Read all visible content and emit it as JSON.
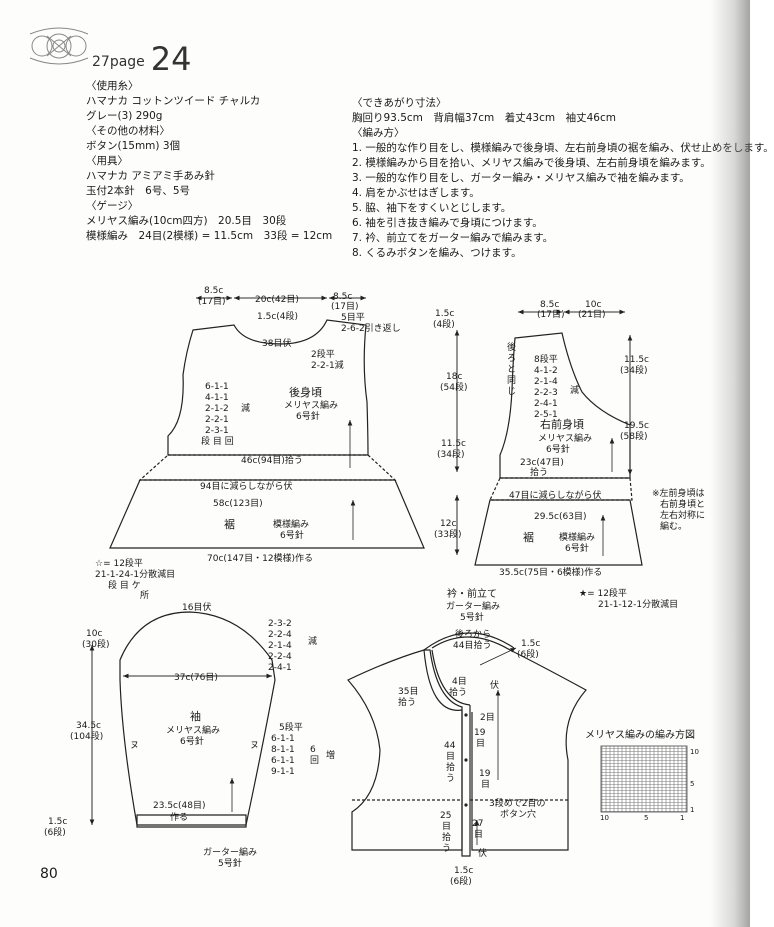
{
  "header": {
    "page_prefix": "27",
    "page_word": "page",
    "page_number": "24"
  },
  "materials": [
    "〈使用糸〉",
    "ハマナカ コットンツイード チャルカ",
    "グレー(3) 290g",
    "〈その他の材料〉",
    "ボタン(15mm) 3個",
    "〈用具〉",
    "ハマナカ アミアミ手あみ針",
    "玉付2本針　6号、5号",
    "〈ゲージ〉",
    "メリヤス編み(10cm四方)　20.5目　30段",
    "模様編み　24目(2模様) = 11.5cm　33段 = 12cm"
  ],
  "finished": {
    "title": "〈できあがり寸法〉",
    "text": "胸回り93.5cm　背肩幅37cm　着丈43cm　袖丈46cm"
  },
  "method": {
    "title": "〈編み方〉",
    "steps": [
      "1. 一般的な作り目をし、模様編みで後身頃、左右前身頃の裾を編み、伏せ止めをします。",
      "2. 模様編みから目を拾い、メリヤス編みで後身頃、左右前身頃を編みます。",
      "3. 一般的な作り目をし、ガーター編み・メリヤス編みで袖を編みます。",
      "4. 肩をかぶせはぎします。",
      "5. 脇、袖下をすくいとじします。",
      "6. 袖を引き抜き編みで身頃につけます。",
      "7. 衿、前立てをガーター編みで編みます。",
      "8. くるみボタンを編み、つけます。"
    ]
  },
  "back": {
    "top_dims": [
      "8.5c",
      "(17目)",
      "20c(42目)",
      "8.5c",
      "(17目)"
    ],
    "shoulder": [
      "1.5c(4段)",
      "5目平",
      "2-6-2引き返し"
    ],
    "neck": [
      "38目伏",
      "2段平",
      "2-2-1減"
    ],
    "armhole": [
      "6-1-1",
      "4-1-1",
      "2-1-2",
      "2-2-1",
      "2-3-1",
      "段 目 回"
    ],
    "dec": "減",
    "name": "後身頃",
    "stitch": "メリヤス編み",
    "needle": "6号針",
    "pickup": "46c(94目)拾う"
  },
  "back_hem": {
    "bindoff": "94目に減らしながら伏",
    "top": "58c(123目)",
    "name": "裾",
    "stitch": "模様編み",
    "needle": "6号針",
    "cast": "70c(147目・12模様)作る",
    "note": [
      "☆= 12段平",
      "21-1-24-1分散減目",
      "段 目 ケ",
      "所"
    ]
  },
  "vertical": {
    "v1": [
      "1.5c",
      "(4段)"
    ],
    "v2": [
      "18c",
      "(54段)"
    ],
    "v3": [
      "11.5c",
      "(34段)"
    ],
    "v4": [
      "12c",
      "(33段)"
    ]
  },
  "front": {
    "top_dims": [
      "8.5c",
      "(17目)",
      "10c",
      "(21目)"
    ],
    "right_dims": [
      "11.5c",
      "(34段)",
      "19.5c",
      "(58段)"
    ],
    "same": [
      "後",
      "ろ",
      "と",
      "同",
      "じ"
    ],
    "neck": [
      "8段平",
      "4-1-2",
      "2-1-4",
      "2-2-3",
      "2-4-1",
      "2-5-1"
    ],
    "dec": "減",
    "name": "右前身頃",
    "stitch": "メリヤス編み",
    "needle": "6号針",
    "pickup": [
      "23c(47目)",
      "拾う"
    ],
    "mirror": [
      "※左前身頃は",
      "右前身頃と",
      "左右対称に",
      "編む。"
    ]
  },
  "front_hem": {
    "bindoff": "47目に減らしながら伏",
    "top": "29.5c(63目)",
    "name": "裾",
    "stitch": "模様編み",
    "needle": "6号針",
    "cast": "35.5c(75目・6模様)作る",
    "note": [
      "★= 12段平",
      "21-1-12-1分散減目"
    ]
  },
  "sleeve": {
    "top": "16目伏",
    "cap": [
      "2-3-2",
      "2-2-4",
      "2-1-4",
      "2-2-4",
      "2-4-1"
    ],
    "dec": "減",
    "height1": [
      "10c",
      "(30段)"
    ],
    "width": "37c(76目)",
    "height2": [
      "34.5c",
      "(104段)"
    ],
    "name": "袖",
    "stitch": "メリヤス編み",
    "needle": "6号針",
    "inc": [
      "5段平",
      "6-1-1",
      "8-1-1",
      "6-1-1",
      "9-1-1"
    ],
    "times": "6",
    "times_unit": "回",
    "inc_word": "増",
    "bottom": [
      "23.5c(48目)",
      "作る"
    ],
    "cuff_h": [
      "1.5c",
      "(6段)"
    ],
    "cuff": [
      "ガーター編み",
      "5号針"
    ],
    "mark": "ヌ"
  },
  "collar": {
    "title": "衿・前立て",
    "stitch": "ガーター編み",
    "needle": "5号針",
    "back_pick": [
      "後ろから",
      "44目拾う"
    ],
    "h": [
      "1.5c",
      "(6段)"
    ],
    "side_pick": [
      "35目",
      "拾う"
    ],
    "pick4": [
      "4目",
      "拾う"
    ],
    "fu1": "伏",
    "two": "2目",
    "n19a": [
      "19",
      "目"
    ],
    "pick44": [
      "44",
      "目",
      "拾",
      "う"
    ],
    "n19b": [
      "19",
      "目"
    ],
    "hole": [
      "3段めで2目の",
      "ボタン穴"
    ],
    "pick25": [
      "25",
      "目",
      "拾",
      "う"
    ],
    "n27": [
      "27",
      "目"
    ],
    "fu2": "伏",
    "bottom": [
      "1.5c",
      "(6段)"
    ]
  },
  "swatch": {
    "title": "メリヤス編みの編み方図",
    "rows": [
      "10",
      "5",
      "1"
    ],
    "cols": [
      "10",
      "5",
      "1"
    ]
  },
  "footer": {
    "page": "80"
  }
}
